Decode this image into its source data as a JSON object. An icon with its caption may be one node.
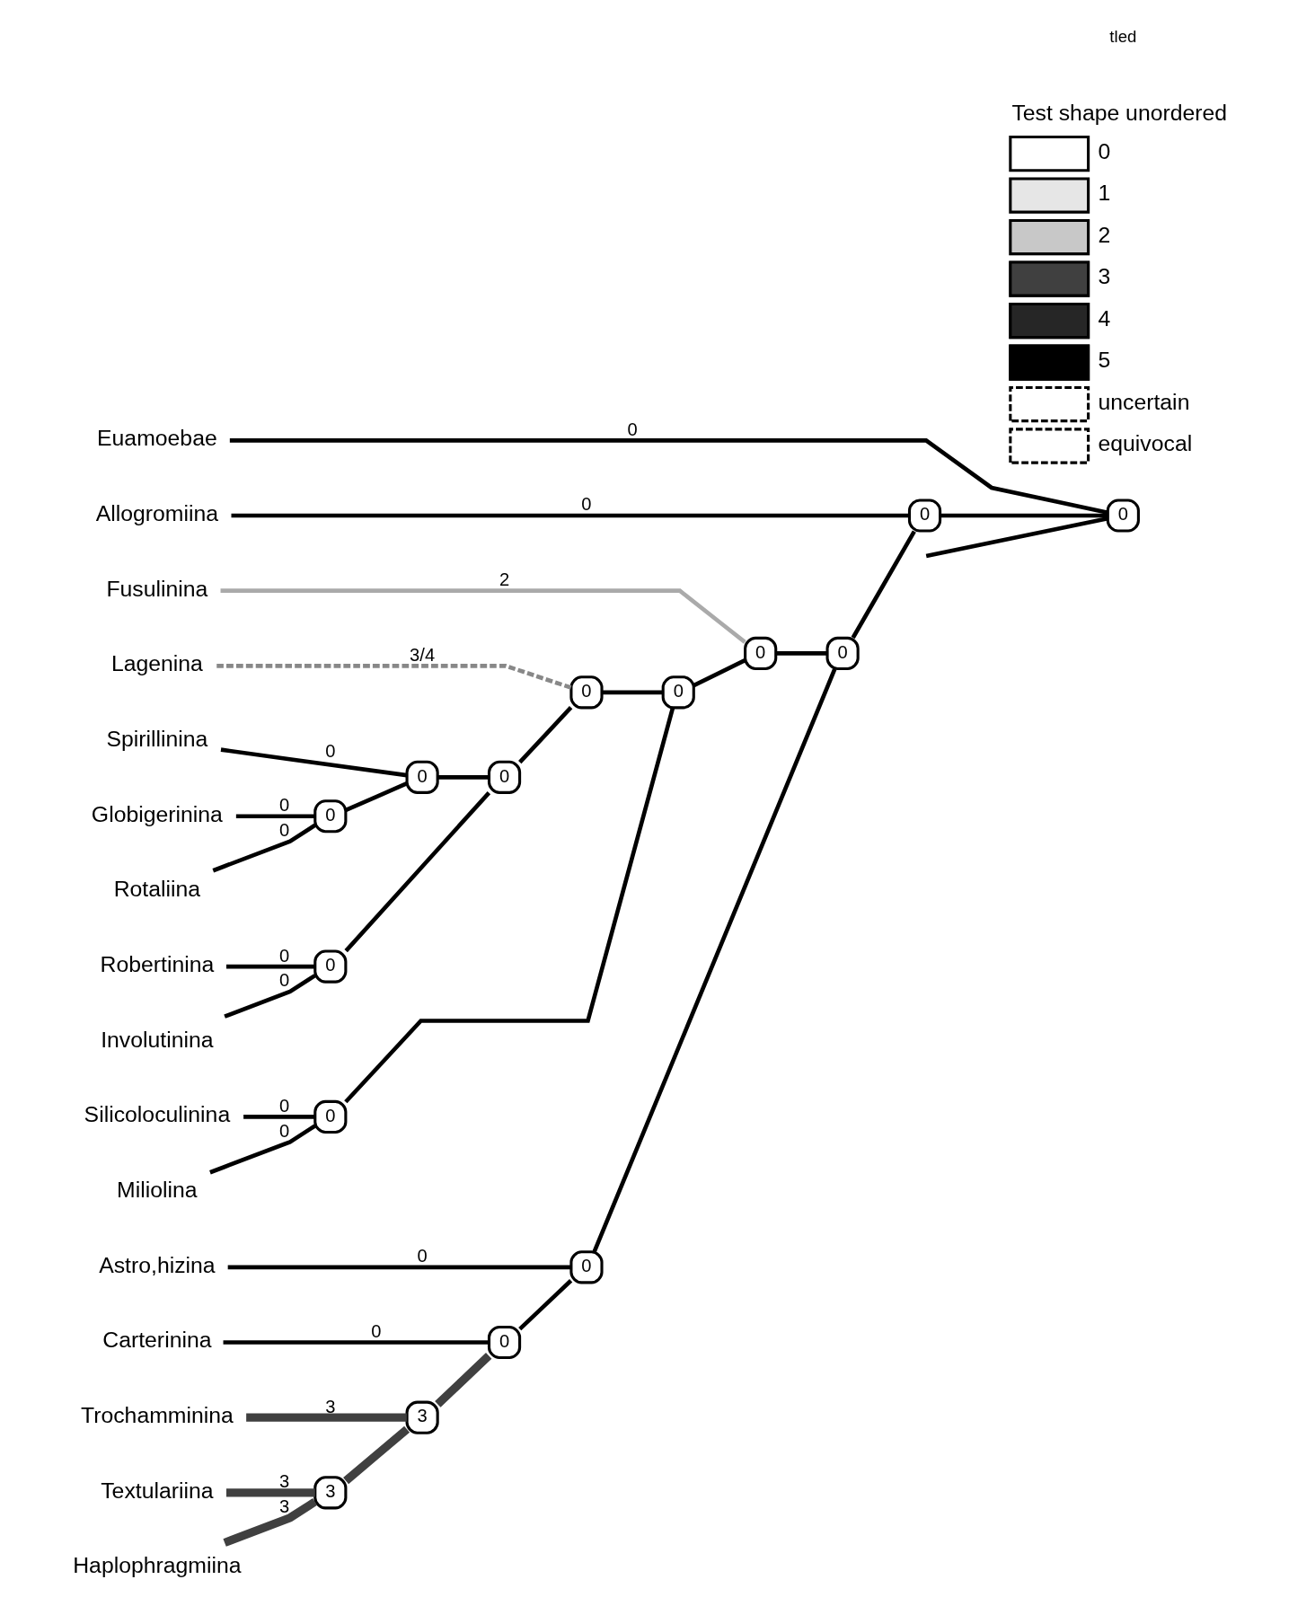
{
  "diagram": {
    "nodes": [
      {
        "text": [
          "Lagenina"
        ]
      },
      {
        "text": [
          "Globigerinina"
        ]
      },
      {
        "text": [
          "Rotaliina"
        ]
      },
      {
        "text": [
          "Spirillinina"
        ]
      },
      {
        "text": [
          "Robertinina"
        ]
      },
      {
        "text": [
          "Involutinina"
        ]
      },
      {
        "text": [
          "Silicoloculinina"
        ]
      },
      {
        "text": [
          "Miliolina"
        ]
      },
      {
        "text": [
          "Fusulinina"
        ]
      },
      {
        "text": [
          "Carterinina"
        ]
      },
      {
        "text": [
          "Trochamminina"
        ]
      },
      {
        "text": [
          "Textulariina"
        ]
      },
      {
        "text": [
          "Haplophragmiina"
        ]
      },
      {
        "text": [
          "Astro,hizina"
        ]
      },
      {
        "text": [
          "Allogromiina"
        ]
      },
      {
        "text": [
          "Euamoebae"
        ]
      },
      {
        "text": [
          "0"
        ]
      },
      {
        "text": [
          "0"
        ]
      },
      {
        "text": [
          "0"
        ]
      },
      {
        "text": [
          "0"
        ]
      },
      {
        "text": [
          "0"
        ]
      },
      {
        "text": [
          "0"
        ]
      },
      {
        "text": [
          "0"
        ]
      },
      {
        "text": [
          "0"
        ]
      },
      {
        "text": [
          "3"
        ]
      },
      {
        "text": [
          "3"
        ]
      },
      {
        "text": [
          "0"
        ]
      },
      {
        "text": [
          "0"
        ]
      },
      {
        "text": [
          "0"
        ]
      },
      {
        "text": [
          "0"
        ]
      },
      {
        "text": [
          "0"
        ]
      }
    ],
    "edges": [
      {
        "from": 30,
        "to": null,
        "arrow": "none"
      },
      {
        "from": 30,
        "to": 15,
        "arrow": "none",
        "label": "0"
      },
      {
        "from": 30,
        "to": 29,
        "arrow": "none"
      },
      {
        "from": 29,
        "to": 14,
        "arrow": "none",
        "label": "0"
      },
      {
        "from": 29,
        "to": 28,
        "arrow": "none"
      },
      {
        "from": 28,
        "to": 23,
        "arrow": "none"
      },
      {
        "from": 28,
        "to": 27,
        "arrow": "none"
      },
      {
        "from": 23,
        "to": 22,
        "arrow": "none"
      },
      {
        "from": 23,
        "to": 8,
        "arrow": "none",
        "label": "2",
        "color": "#aaaaaa"
      },
      {
        "from": 22,
        "to": 20,
        "arrow": "none"
      },
      {
        "from": 22,
        "to": 21,
        "arrow": "none"
      },
      {
        "from": 20,
        "to": 0,
        "arrow": "none",
        "label": "3/4",
        "color": "#888888",
        "style": "dashed"
      },
      {
        "from": 20,
        "to": 19,
        "arrow": "none"
      },
      {
        "from": 19,
        "to": 17,
        "arrow": "none"
      },
      {
        "from": 19,
        "to": 18,
        "arrow": "none"
      },
      {
        "from": 17,
        "to": 16,
        "arrow": "none"
      },
      {
        "from": 17,
        "to": 3,
        "arrow": "none",
        "label": "0"
      },
      {
        "from": 16,
        "to": 1,
        "arrow": "none",
        "label": "0"
      },
      {
        "from": 16,
        "to": 2,
        "arrow": "none",
        "label": "0"
      },
      {
        "from": 18,
        "to": 4,
        "arrow": "none",
        "label": "0"
      },
      {
        "from": 18,
        "to": 5,
        "arrow": "none",
        "label": "0"
      },
      {
        "from": 21,
        "to": 6,
        "arrow": "none",
        "label": "0"
      },
      {
        "from": 21,
        "to": 7,
        "arrow": "none",
        "label": "0"
      },
      {
        "from": 27,
        "to": 26,
        "arrow": "none"
      },
      {
        "from": 27,
        "to": 13,
        "arrow": "none",
        "label": "0"
      },
      {
        "from": 26,
        "to": 9,
        "arrow": "none",
        "label": "0"
      },
      {
        "from": 26,
        "to": 25,
        "arrow": "none",
        "color": "#404040",
        "style": "thick"
      },
      {
        "from": 25,
        "to": 10,
        "arrow": "none",
        "label": "3",
        "color": "#404040",
        "style": "thick"
      },
      {
        "from": 25,
        "to": 24,
        "arrow": "none",
        "color": "#404040",
        "style": "thick"
      },
      {
        "from": 24,
        "to": 11,
        "arrow": "none",
        "label": "3",
        "color": "#404040",
        "style": "thick"
      },
      {
        "from": 24,
        "to": 12,
        "arrow": "none",
        "label": "3",
        "color": "#404040",
        "style": "thick"
      }
    ],
    "labels": [
      "Test shape unordered",
      "tled"
    ],
    "legend": [
      {
        "text": "0",
        "color": "#ffffff"
      },
      {
        "text": "1",
        "color": "#e6e6e6"
      },
      {
        "text": "2",
        "color": "#c8c8c8"
      },
      {
        "text": "3",
        "color": "#404040"
      },
      {
        "text": "4",
        "color": "#262626"
      },
      {
        "text": "5",
        "color": "#000000"
      },
      {
        "text": "uncertain"
      },
      {
        "text": "equivocal"
      }
    ]
  }
}
